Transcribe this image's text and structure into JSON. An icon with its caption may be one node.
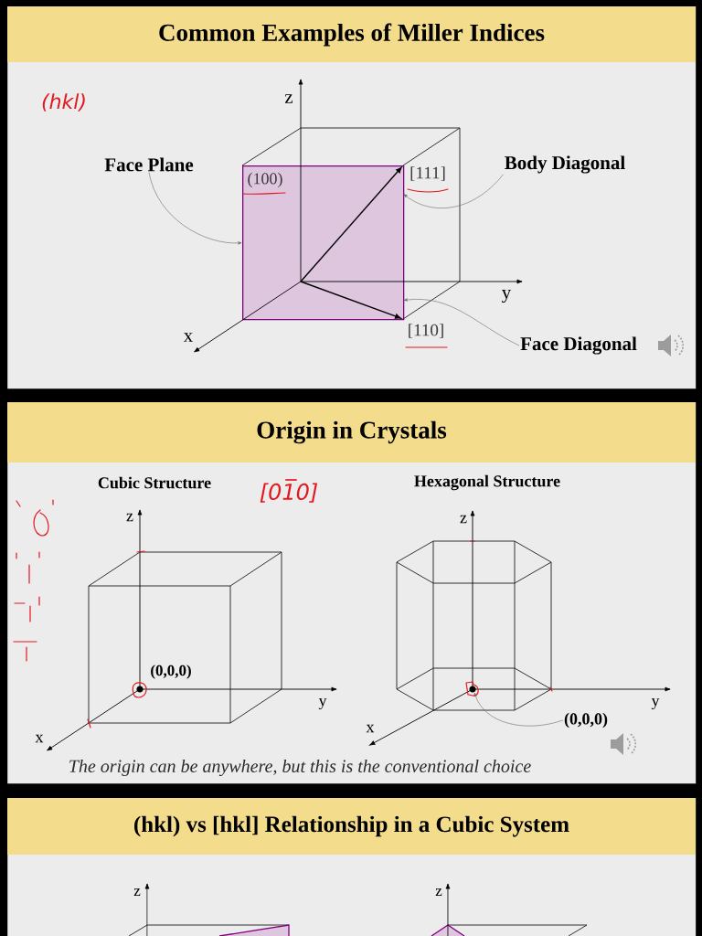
{
  "diagram": {
    "nodes": [
      {
        "text": [
          "Common Examples of Miller Indices"
        ]
      },
      {
        "text": [
          "Face Plane"
        ],
        "in": 0
      },
      {
        "text": [
          "(100)"
        ],
        "in": 0
      },
      {
        "text": [
          "Body Diagonal"
        ],
        "in": 0
      },
      {
        "text": [],
        "shape": "arrow",
        "in": 2,
        "beside": [
          "[111]"
        ]
      },
      {
        "text": [
          "Face Diagonal"
        ],
        "in": 0
      },
      {
        "text": [],
        "shape": "arrow",
        "in": 2,
        "beside": [
          "[110]"
        ]
      },
      {
        "text": [
          "Origin in Crystals"
        ]
      },
      {
        "text": [
          "(0,0,0)"
        ],
        "in": 7
      },
      {
        "text": [],
        "shape": "circle",
        "in": 7
      },
      {
        "text": [
          "(hkl) vs [hkl] Relationship in a Cubic System"
        ]
      }
    ],
    "edges": [
      {
        "from": 1,
        "to": 2,
        "arrow": "to"
      },
      {
        "from": 3,
        "to": 4,
        "arrow": "to"
      },
      {
        "from": 5,
        "to": 6,
        "arrow": "to"
      },
      {
        "from": 8,
        "to": 9,
        "arrow": "to"
      }
    ],
    "labels": [
      "(hkl)",
      "z",
      "y",
      "x",
      "Cubic Structure",
      "[01̅0]",
      "Hexagonal Structure",
      "z",
      "z",
      "(0,0,0)",
      "y",
      "y",
      "x",
      "x",
      "The origin can be anywhere, but this is the conventional choice",
      "z",
      "z"
    ]
  }
}
